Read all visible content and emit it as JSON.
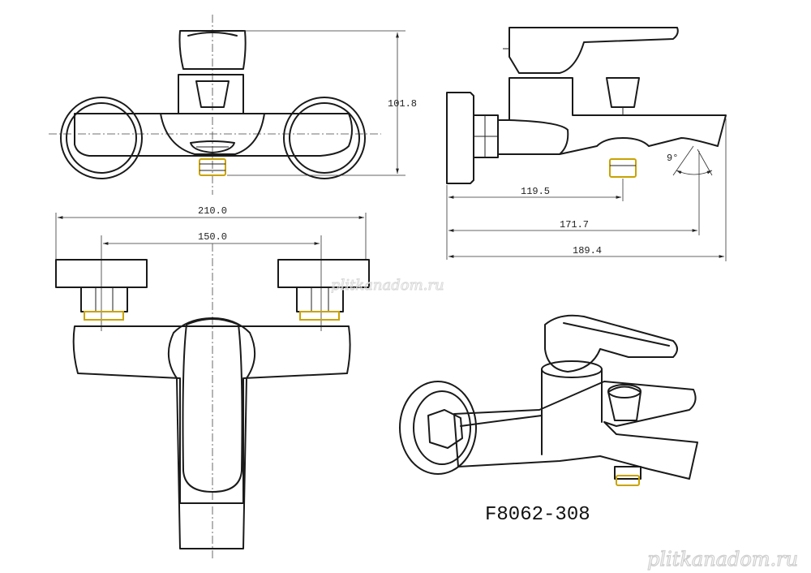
{
  "model_label": "F8062-308",
  "watermarks": {
    "center": "plitkanadom.ru",
    "bottom_right": "plitkanadom.ru"
  },
  "dimensions": {
    "height_front": "101.8",
    "spout_119": "119.5",
    "spout_171": "171.7",
    "depth_189": "189.4",
    "width_210": "210.0",
    "width_150": "150.0",
    "angle": "9°"
  },
  "colors": {
    "line": "#1a1a1a",
    "fitting_accent": "#c9a300",
    "background": "#ffffff"
  }
}
